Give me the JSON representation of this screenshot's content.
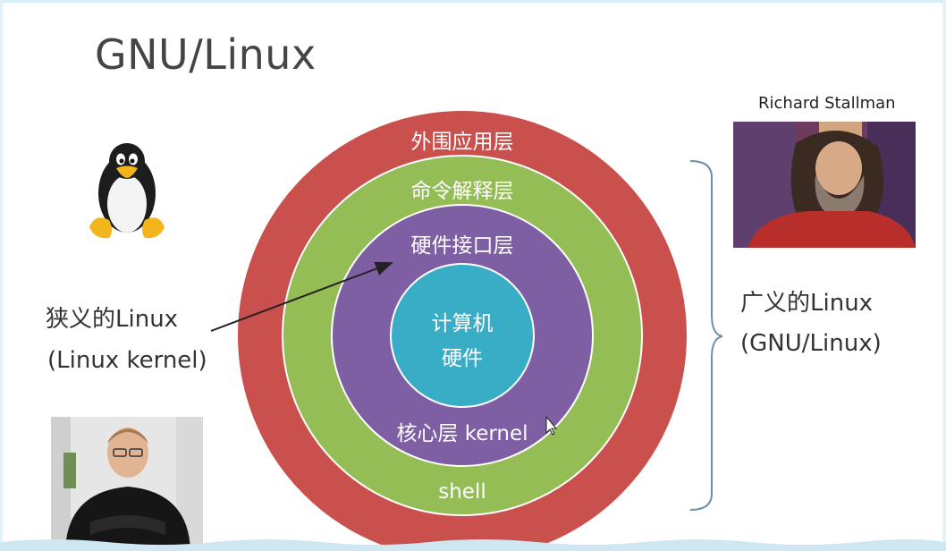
{
  "slide": {
    "title": "GNU/Linux",
    "rs_caption": "Richard Stallman",
    "narrow_label": "狭义的Linux",
    "narrow_sub": "(Linux kernel)",
    "broad_label": "广义的Linux",
    "broad_sub": "(GNU/Linux)"
  },
  "rings": {
    "outer": "外围应用层",
    "shell_top": "命令解释层",
    "shell_bottom": "shell",
    "kernel_top": "硬件接口层",
    "kernel_bottom": "核心层 kernel",
    "core_line1": "计算机",
    "core_line2": "硬件"
  },
  "colors": {
    "outer": "#c9504c",
    "shell": "#94bd55",
    "kernel": "#7f5fa3",
    "core": "#3aadc6"
  }
}
